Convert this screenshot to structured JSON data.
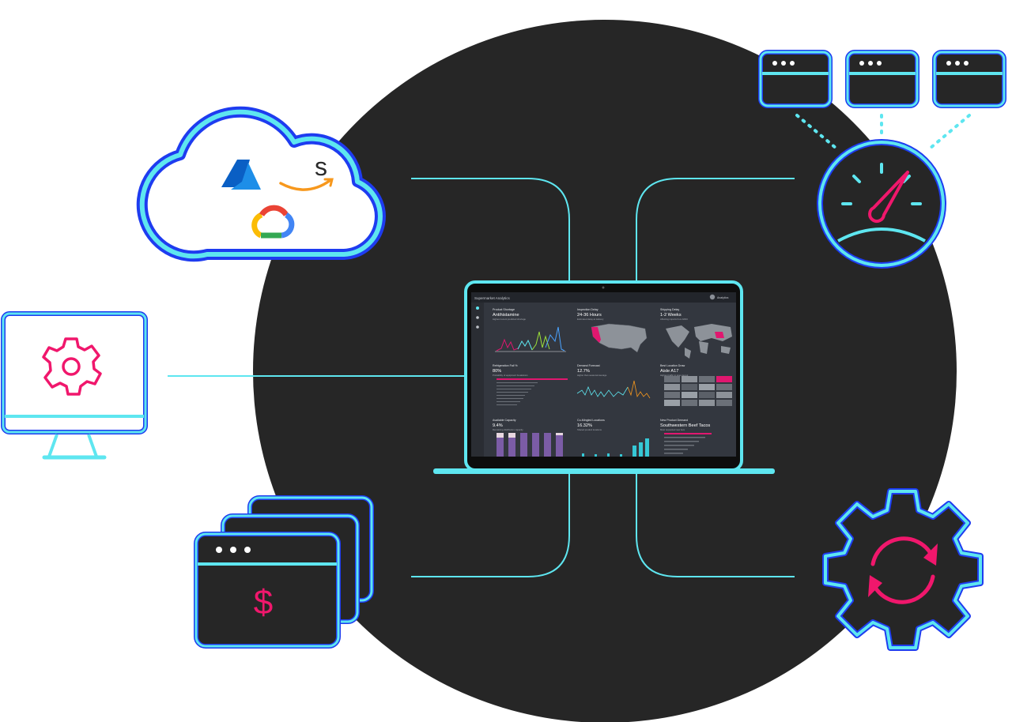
{
  "laptop": {
    "app_title": "Supermarket Analytics",
    "user_label": "Analytics",
    "cards": [
      {
        "title": "Product Shortage",
        "value": "Antihistamine",
        "sub": "Highest recent predicted shortage"
      },
      {
        "title": "Inspection Delay",
        "value": "24-36 Hours",
        "sub": "Estimated delay at delivery"
      },
      {
        "title": "Shipping Delay",
        "value": "1-2 Weeks",
        "sub": "Affecting imports from APAC"
      },
      {
        "title": "Refrigeration Fail %",
        "value": "80%",
        "sub": "Probability of equipment breakdown"
      },
      {
        "title": "Demand Forecast",
        "value": "12.7%",
        "sub": "Higher than seasonal average"
      },
      {
        "title": "Best Location Draw",
        "value": "Aisle A17",
        "sub": "Highest traffic in store layout"
      },
      {
        "title": "Available Capacity",
        "value": "9.4%",
        "sub": "Remaining distribution capacity"
      },
      {
        "title": "Co-Mingled Locations",
        "value": "16.32%",
        "sub": "Shared product locations"
      },
      {
        "title": "New Product Demand",
        "value": "Southwestern Beef Tacos",
        "sub": "Most requested new item"
      }
    ]
  },
  "cloud": {
    "aws_text": "s"
  },
  "billing": {
    "currency_symbol": "$"
  },
  "colors": {
    "background": "#ffffff",
    "circle": "#262626",
    "line_cyan": "#5ee6f0",
    "outline_blue": "#1e3cf0",
    "accent_pink": "#f0176c",
    "dark_fill": "#2b2b2b"
  }
}
